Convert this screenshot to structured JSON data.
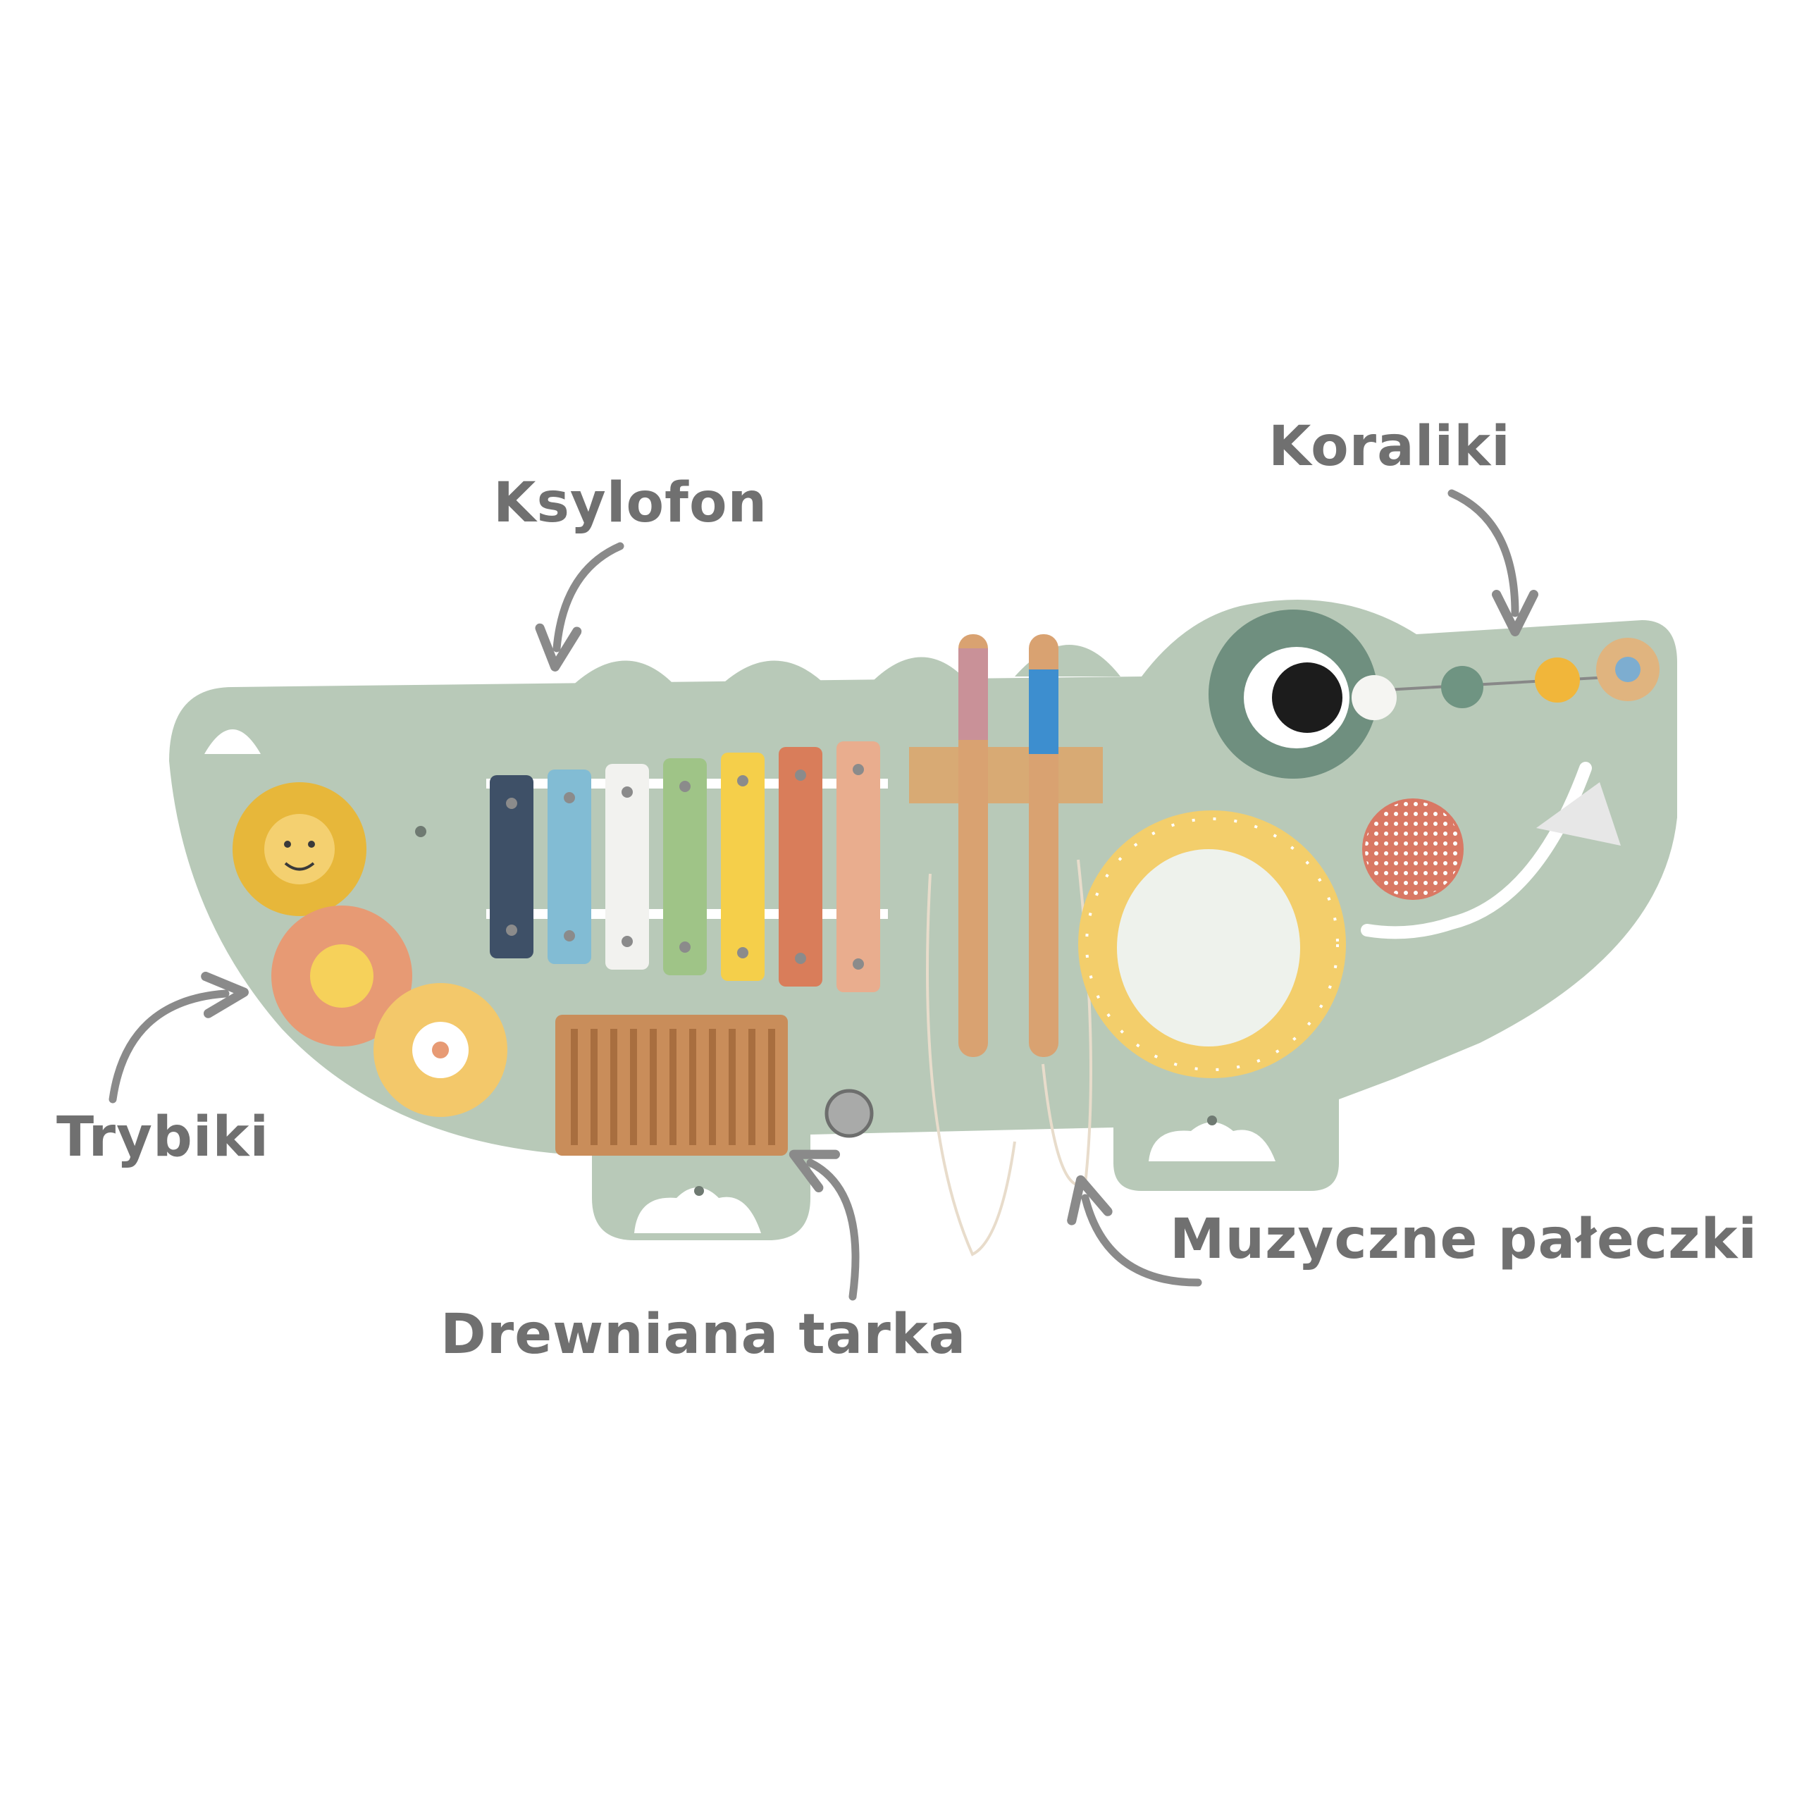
{
  "labels": {
    "koraliki": "Koraliki",
    "ksylofon": "Ksylofon",
    "trybiki": "Trybiki",
    "muzyczne_paleczki": "Muzyczne pałeczki",
    "drewniana_tarka": "Drewniana tarka"
  },
  "colors": {
    "board": "#b8c9b8",
    "board_shadow": "#9fb3a0",
    "label": "#707070",
    "arrow": "#8a8a8a"
  },
  "xylophone_bars": [
    "#3e5067",
    "#82bcd4",
    "#f2f2ef",
    "#9fc487",
    "#f5cf4a",
    "#d97d5a",
    "#e9ad8e"
  ]
}
